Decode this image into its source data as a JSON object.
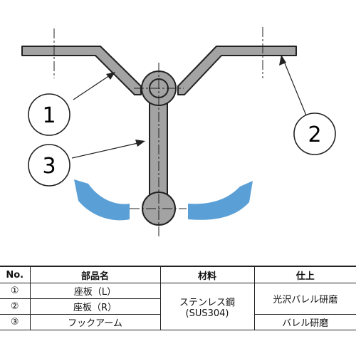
{
  "diagram": {
    "callouts": [
      {
        "id": "callout-1",
        "label": "1"
      },
      {
        "id": "callout-2",
        "label": "2"
      },
      {
        "id": "callout-3",
        "label": "3"
      }
    ],
    "colors": {
      "part_fill": "#a3a3a3",
      "outline": "#222222",
      "arrow_fill": "#5a9fd6",
      "centerline": "#222222"
    }
  },
  "table": {
    "headers": {
      "no": "No.",
      "part": "部品名",
      "material": "材料",
      "finish": "仕上"
    },
    "rows": [
      {
        "no": "①",
        "part": "座板（L）"
      },
      {
        "no": "②",
        "part": "座板（R）"
      },
      {
        "no": "③",
        "part": "フックアーム"
      }
    ],
    "material_line1": "ステンレス鋼",
    "material_line2": "(SUS304)",
    "finish_a": "光沢バレル研磨",
    "finish_b": "バレル研磨"
  }
}
